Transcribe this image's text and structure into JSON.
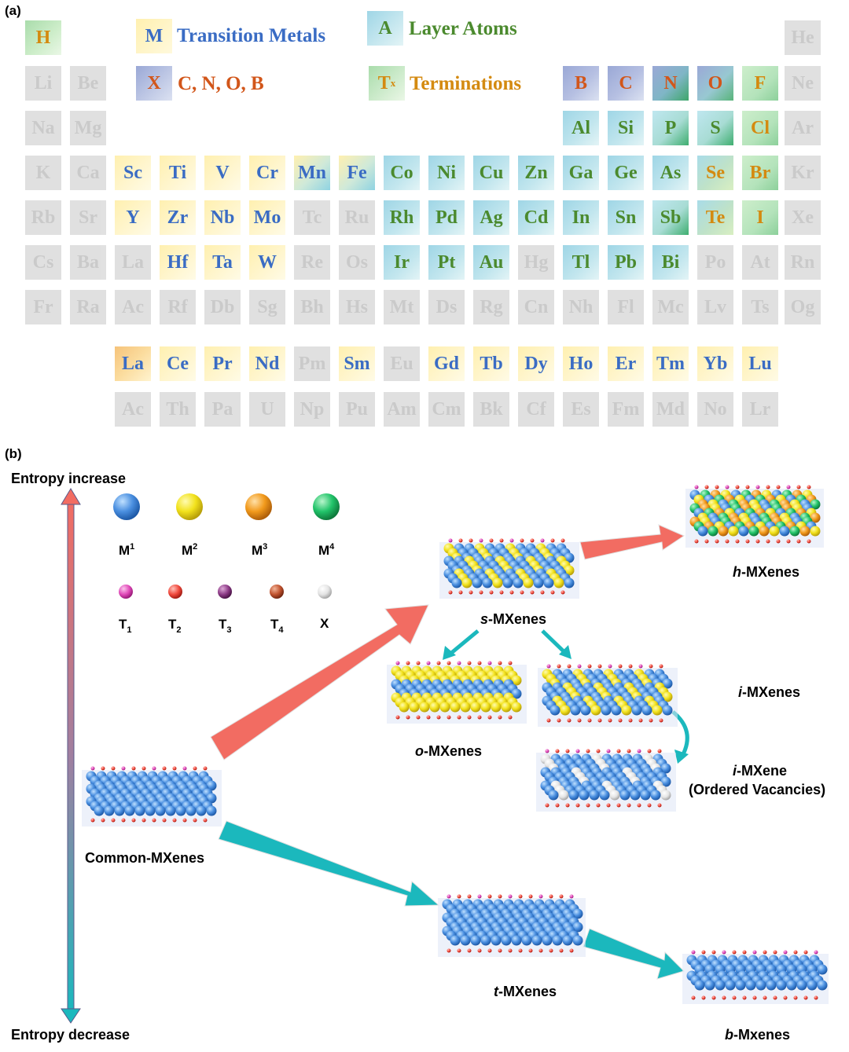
{
  "panel_a": {
    "label": "(a)",
    "legend": [
      {
        "key": "transition",
        "symbol": "M",
        "text": "Transition Metals",
        "symbol_color": "#3a6cc4",
        "text_color": "#3a6cc4"
      },
      {
        "key": "layer",
        "symbol": "A",
        "text": "Layer Atoms",
        "symbol_color": "#4b8a2e",
        "text_color": "#4b8a2e"
      },
      {
        "key": "x",
        "symbol": "X",
        "text": "C, N, O, B",
        "symbol_color": "#d2561a",
        "text_color": "#d2561a"
      },
      {
        "key": "term",
        "symbol": "T",
        "symbol_sub": "x",
        "text": "Terminations",
        "symbol_color": "#d48a10",
        "text_color": "#d48a10"
      }
    ],
    "rows": [
      [
        {
          "s": "H",
          "c": 0,
          "t": "h"
        },
        {
          "s": "He",
          "c": 17,
          "t": "inactive"
        }
      ],
      [
        {
          "s": "Li",
          "c": 0,
          "t": "inactive"
        },
        {
          "s": "Be",
          "c": 1,
          "t": "inactive"
        },
        {
          "s": "B",
          "c": 12,
          "t": "x"
        },
        {
          "s": "C",
          "c": 13,
          "t": "x"
        },
        {
          "s": "N",
          "c": 14,
          "t": "n"
        },
        {
          "s": "O",
          "c": 15,
          "t": "o"
        },
        {
          "s": "F",
          "c": 16,
          "t": "t"
        },
        {
          "s": "Ne",
          "c": 17,
          "t": "inactive"
        }
      ],
      [
        {
          "s": "Na",
          "c": 0,
          "t": "inactive"
        },
        {
          "s": "Mg",
          "c": 1,
          "t": "inactive"
        },
        {
          "s": "Al",
          "c": 12,
          "t": "a"
        },
        {
          "s": "Si",
          "c": 13,
          "t": "a"
        },
        {
          "s": "P",
          "c": 14,
          "t": "ap"
        },
        {
          "s": "S",
          "c": 15,
          "t": "ap"
        },
        {
          "s": "Cl",
          "c": 16,
          "t": "t"
        },
        {
          "s": "Ar",
          "c": 17,
          "t": "inactive"
        }
      ],
      [
        {
          "s": "K",
          "c": 0,
          "t": "inactive"
        },
        {
          "s": "Ca",
          "c": 1,
          "t": "inactive"
        },
        {
          "s": "Sc",
          "c": 2,
          "t": "tm"
        },
        {
          "s": "Ti",
          "c": 3,
          "t": "tm"
        },
        {
          "s": "V",
          "c": 4,
          "t": "tm"
        },
        {
          "s": "Cr",
          "c": 5,
          "t": "tm"
        },
        {
          "s": "Mn",
          "c": 6,
          "t": "mn"
        },
        {
          "s": "Fe",
          "c": 7,
          "t": "mn"
        },
        {
          "s": "Co",
          "c": 8,
          "t": "a"
        },
        {
          "s": "Ni",
          "c": 9,
          "t": "a"
        },
        {
          "s": "Cu",
          "c": 10,
          "t": "a"
        },
        {
          "s": "Zn",
          "c": 11,
          "t": "a"
        },
        {
          "s": "Ga",
          "c": 12,
          "t": "a"
        },
        {
          "s": "Ge",
          "c": 13,
          "t": "a"
        },
        {
          "s": "As",
          "c": 14,
          "t": "a"
        },
        {
          "s": "Se",
          "c": 15,
          "t": "se"
        },
        {
          "s": "Br",
          "c": 16,
          "t": "t"
        },
        {
          "s": "Kr",
          "c": 17,
          "t": "inactive"
        }
      ],
      [
        {
          "s": "Rb",
          "c": 0,
          "t": "inactive"
        },
        {
          "s": "Sr",
          "c": 1,
          "t": "inactive"
        },
        {
          "s": "Y",
          "c": 2,
          "t": "tm"
        },
        {
          "s": "Zr",
          "c": 3,
          "t": "tm"
        },
        {
          "s": "Nb",
          "c": 4,
          "t": "tm"
        },
        {
          "s": "Mo",
          "c": 5,
          "t": "tm"
        },
        {
          "s": "Tc",
          "c": 6,
          "t": "inactive"
        },
        {
          "s": "Ru",
          "c": 7,
          "t": "inactive"
        },
        {
          "s": "Rh",
          "c": 8,
          "t": "a"
        },
        {
          "s": "Pd",
          "c": 9,
          "t": "a"
        },
        {
          "s": "Ag",
          "c": 10,
          "t": "a"
        },
        {
          "s": "Cd",
          "c": 11,
          "t": "a"
        },
        {
          "s": "In",
          "c": 12,
          "t": "a"
        },
        {
          "s": "Sn",
          "c": 13,
          "t": "a"
        },
        {
          "s": "Sb",
          "c": 14,
          "t": "ap"
        },
        {
          "s": "Te",
          "c": 15,
          "t": "se"
        },
        {
          "s": "I",
          "c": 16,
          "t": "t"
        },
        {
          "s": "Xe",
          "c": 17,
          "t": "inactive"
        }
      ],
      [
        {
          "s": "Cs",
          "c": 0,
          "t": "inactive"
        },
        {
          "s": "Ba",
          "c": 1,
          "t": "inactive"
        },
        {
          "s": "La",
          "c": 2,
          "t": "inactive"
        },
        {
          "s": "Hf",
          "c": 3,
          "t": "tm"
        },
        {
          "s": "Ta",
          "c": 4,
          "t": "tm"
        },
        {
          "s": "W",
          "c": 5,
          "t": "tm"
        },
        {
          "s": "Re",
          "c": 6,
          "t": "inactive"
        },
        {
          "s": "Os",
          "c": 7,
          "t": "inactive"
        },
        {
          "s": "Ir",
          "c": 8,
          "t": "a"
        },
        {
          "s": "Pt",
          "c": 9,
          "t": "a"
        },
        {
          "s": "Au",
          "c": 10,
          "t": "a"
        },
        {
          "s": "Hg",
          "c": 11,
          "t": "inactive"
        },
        {
          "s": "Tl",
          "c": 12,
          "t": "a"
        },
        {
          "s": "Pb",
          "c": 13,
          "t": "a"
        },
        {
          "s": "Bi",
          "c": 14,
          "t": "a"
        },
        {
          "s": "Po",
          "c": 15,
          "t": "inactive"
        },
        {
          "s": "At",
          "c": 16,
          "t": "inactive"
        },
        {
          "s": "Rn",
          "c": 17,
          "t": "inactive"
        }
      ],
      [
        {
          "s": "Fr",
          "c": 0,
          "t": "inactive"
        },
        {
          "s": "Ra",
          "c": 1,
          "t": "inactive"
        },
        {
          "s": "Ac",
          "c": 2,
          "t": "inactive"
        },
        {
          "s": "Rf",
          "c": 3,
          "t": "inactive"
        },
        {
          "s": "Db",
          "c": 4,
          "t": "inactive"
        },
        {
          "s": "Sg",
          "c": 5,
          "t": "inactive"
        },
        {
          "s": "Bh",
          "c": 6,
          "t": "inactive"
        },
        {
          "s": "Hs",
          "c": 7,
          "t": "inactive"
        },
        {
          "s": "Mt",
          "c": 8,
          "t": "inactive"
        },
        {
          "s": "Ds",
          "c": 9,
          "t": "inactive"
        },
        {
          "s": "Rg",
          "c": 10,
          "t": "inactive"
        },
        {
          "s": "Cn",
          "c": 11,
          "t": "inactive"
        },
        {
          "s": "Nh",
          "c": 12,
          "t": "inactive"
        },
        {
          "s": "Fl",
          "c": 13,
          "t": "inactive"
        },
        {
          "s": "Mc",
          "c": 14,
          "t": "inactive"
        },
        {
          "s": "Lv",
          "c": 15,
          "t": "inactive"
        },
        {
          "s": "Ts",
          "c": 16,
          "t": "inactive"
        },
        {
          "s": "Og",
          "c": 17,
          "t": "inactive"
        }
      ]
    ],
    "lanthanides": [
      {
        "s": "La",
        "t": "la"
      },
      {
        "s": "Ce",
        "t": "tm"
      },
      {
        "s": "Pr",
        "t": "tm"
      },
      {
        "s": "Nd",
        "t": "tm"
      },
      {
        "s": "Pm",
        "t": "inactive"
      },
      {
        "s": "Sm",
        "t": "tm"
      },
      {
        "s": "Eu",
        "t": "inactive"
      },
      {
        "s": "Gd",
        "t": "tm"
      },
      {
        "s": "Tb",
        "t": "tm"
      },
      {
        "s": "Dy",
        "t": "tm"
      },
      {
        "s": "Ho",
        "t": "tm"
      },
      {
        "s": "Er",
        "t": "tm"
      },
      {
        "s": "Tm",
        "t": "tm"
      },
      {
        "s": "Yb",
        "t": "tm"
      },
      {
        "s": "Lu",
        "t": "tm"
      }
    ],
    "actinides": [
      {
        "s": "Ac",
        "t": "inactive"
      },
      {
        "s": "Th",
        "t": "inactive"
      },
      {
        "s": "Pa",
        "t": "inactive"
      },
      {
        "s": "U",
        "t": "inactive"
      },
      {
        "s": "Np",
        "t": "inactive"
      },
      {
        "s": "Pu",
        "t": "inactive"
      },
      {
        "s": "Am",
        "t": "inactive"
      },
      {
        "s": "Cm",
        "t": "inactive"
      },
      {
        "s": "Bk",
        "t": "inactive"
      },
      {
        "s": "Cf",
        "t": "inactive"
      },
      {
        "s": "Es",
        "t": "inactive"
      },
      {
        "s": "Fm",
        "t": "inactive"
      },
      {
        "s": "Md",
        "t": "inactive"
      },
      {
        "s": "No",
        "t": "inactive"
      },
      {
        "s": "Lr",
        "t": "inactive"
      }
    ]
  },
  "panel_b": {
    "label": "(b)",
    "entropy_increase": "Entropy increase",
    "entropy_decrease": "Entropy decrease",
    "metal_atoms": [
      {
        "label": "M",
        "sup": "1",
        "color": "#4a8fe0"
      },
      {
        "label": "M",
        "sup": "2",
        "color": "#f2e21c"
      },
      {
        "label": "M",
        "sup": "3",
        "color": "#f29a1c"
      },
      {
        "label": "M",
        "sup": "4",
        "color": "#22c46a"
      }
    ],
    "small_atoms": [
      {
        "label": "T",
        "sub": "1",
        "color": "#e048b8"
      },
      {
        "label": "T",
        "sub": "2",
        "color": "#f0483c"
      },
      {
        "label": "T",
        "sub": "3",
        "color": "#8c3a86"
      },
      {
        "label": "T",
        "sub": "4",
        "color": "#c0522e"
      },
      {
        "label": "X",
        "sub": "",
        "color": "#d8d8d8"
      }
    ],
    "structures": {
      "common": {
        "name": "Common-MXenes"
      },
      "s": {
        "italic": "s",
        "rest": "-MXenes"
      },
      "h": {
        "italic": "h",
        "rest": "-MXenes"
      },
      "o": {
        "italic": "o",
        "rest": "-MXenes"
      },
      "i": {
        "italic": "i",
        "rest": "-MXenes"
      },
      "iv": {
        "italic": "i",
        "rest": "-MXene",
        "line2": "(Ordered Vacancies)"
      },
      "t": {
        "italic": "t",
        "rest": "-MXenes"
      },
      "b": {
        "italic": "b",
        "rest": "-Mxenes"
      }
    },
    "colors": {
      "up_arrow": "#f26c62",
      "down_arrow": "#1bb8bd"
    }
  }
}
